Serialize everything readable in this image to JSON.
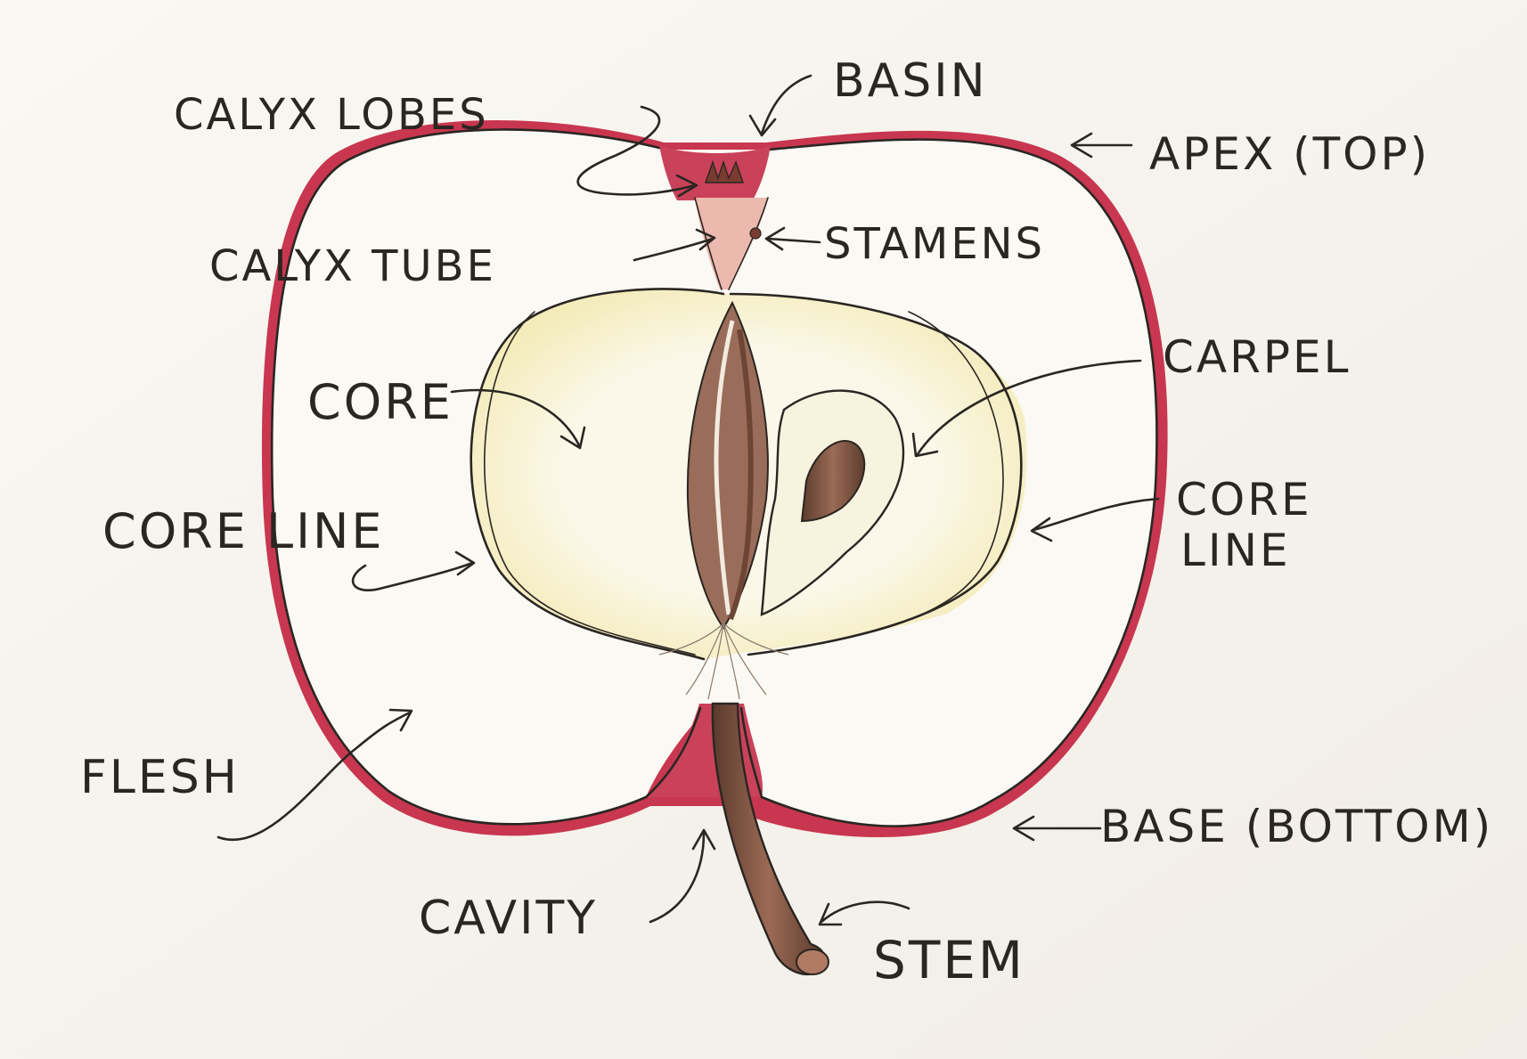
{
  "labels": {
    "basin": "BASIN",
    "calyx_lobes": "CALYX LOBES",
    "apex": "APEX (TOP)",
    "stamens": "STAMENS",
    "calyx_tube": "CALYX TUBE",
    "carpel": "CARPEL",
    "core": "CORE",
    "core_line_left": "CORE LINE",
    "core_line_right_1": "CORE",
    "core_line_right_2": "LINE",
    "flesh": "FLESH",
    "base": "BASE (BOTTOM)",
    "cavity": "CAVITY",
    "stem": "STEM"
  },
  "colors": {
    "skin": "#c8374f",
    "skin_light": "#e7a3ad",
    "flesh": "#fbf9f4",
    "core": "#f7f2d2",
    "core_edge": "#eee39a",
    "seed": "#6e4a37",
    "seed_cavity": "#a77a63",
    "paper": "#f7f4ef",
    "ink": "#2a2622"
  }
}
